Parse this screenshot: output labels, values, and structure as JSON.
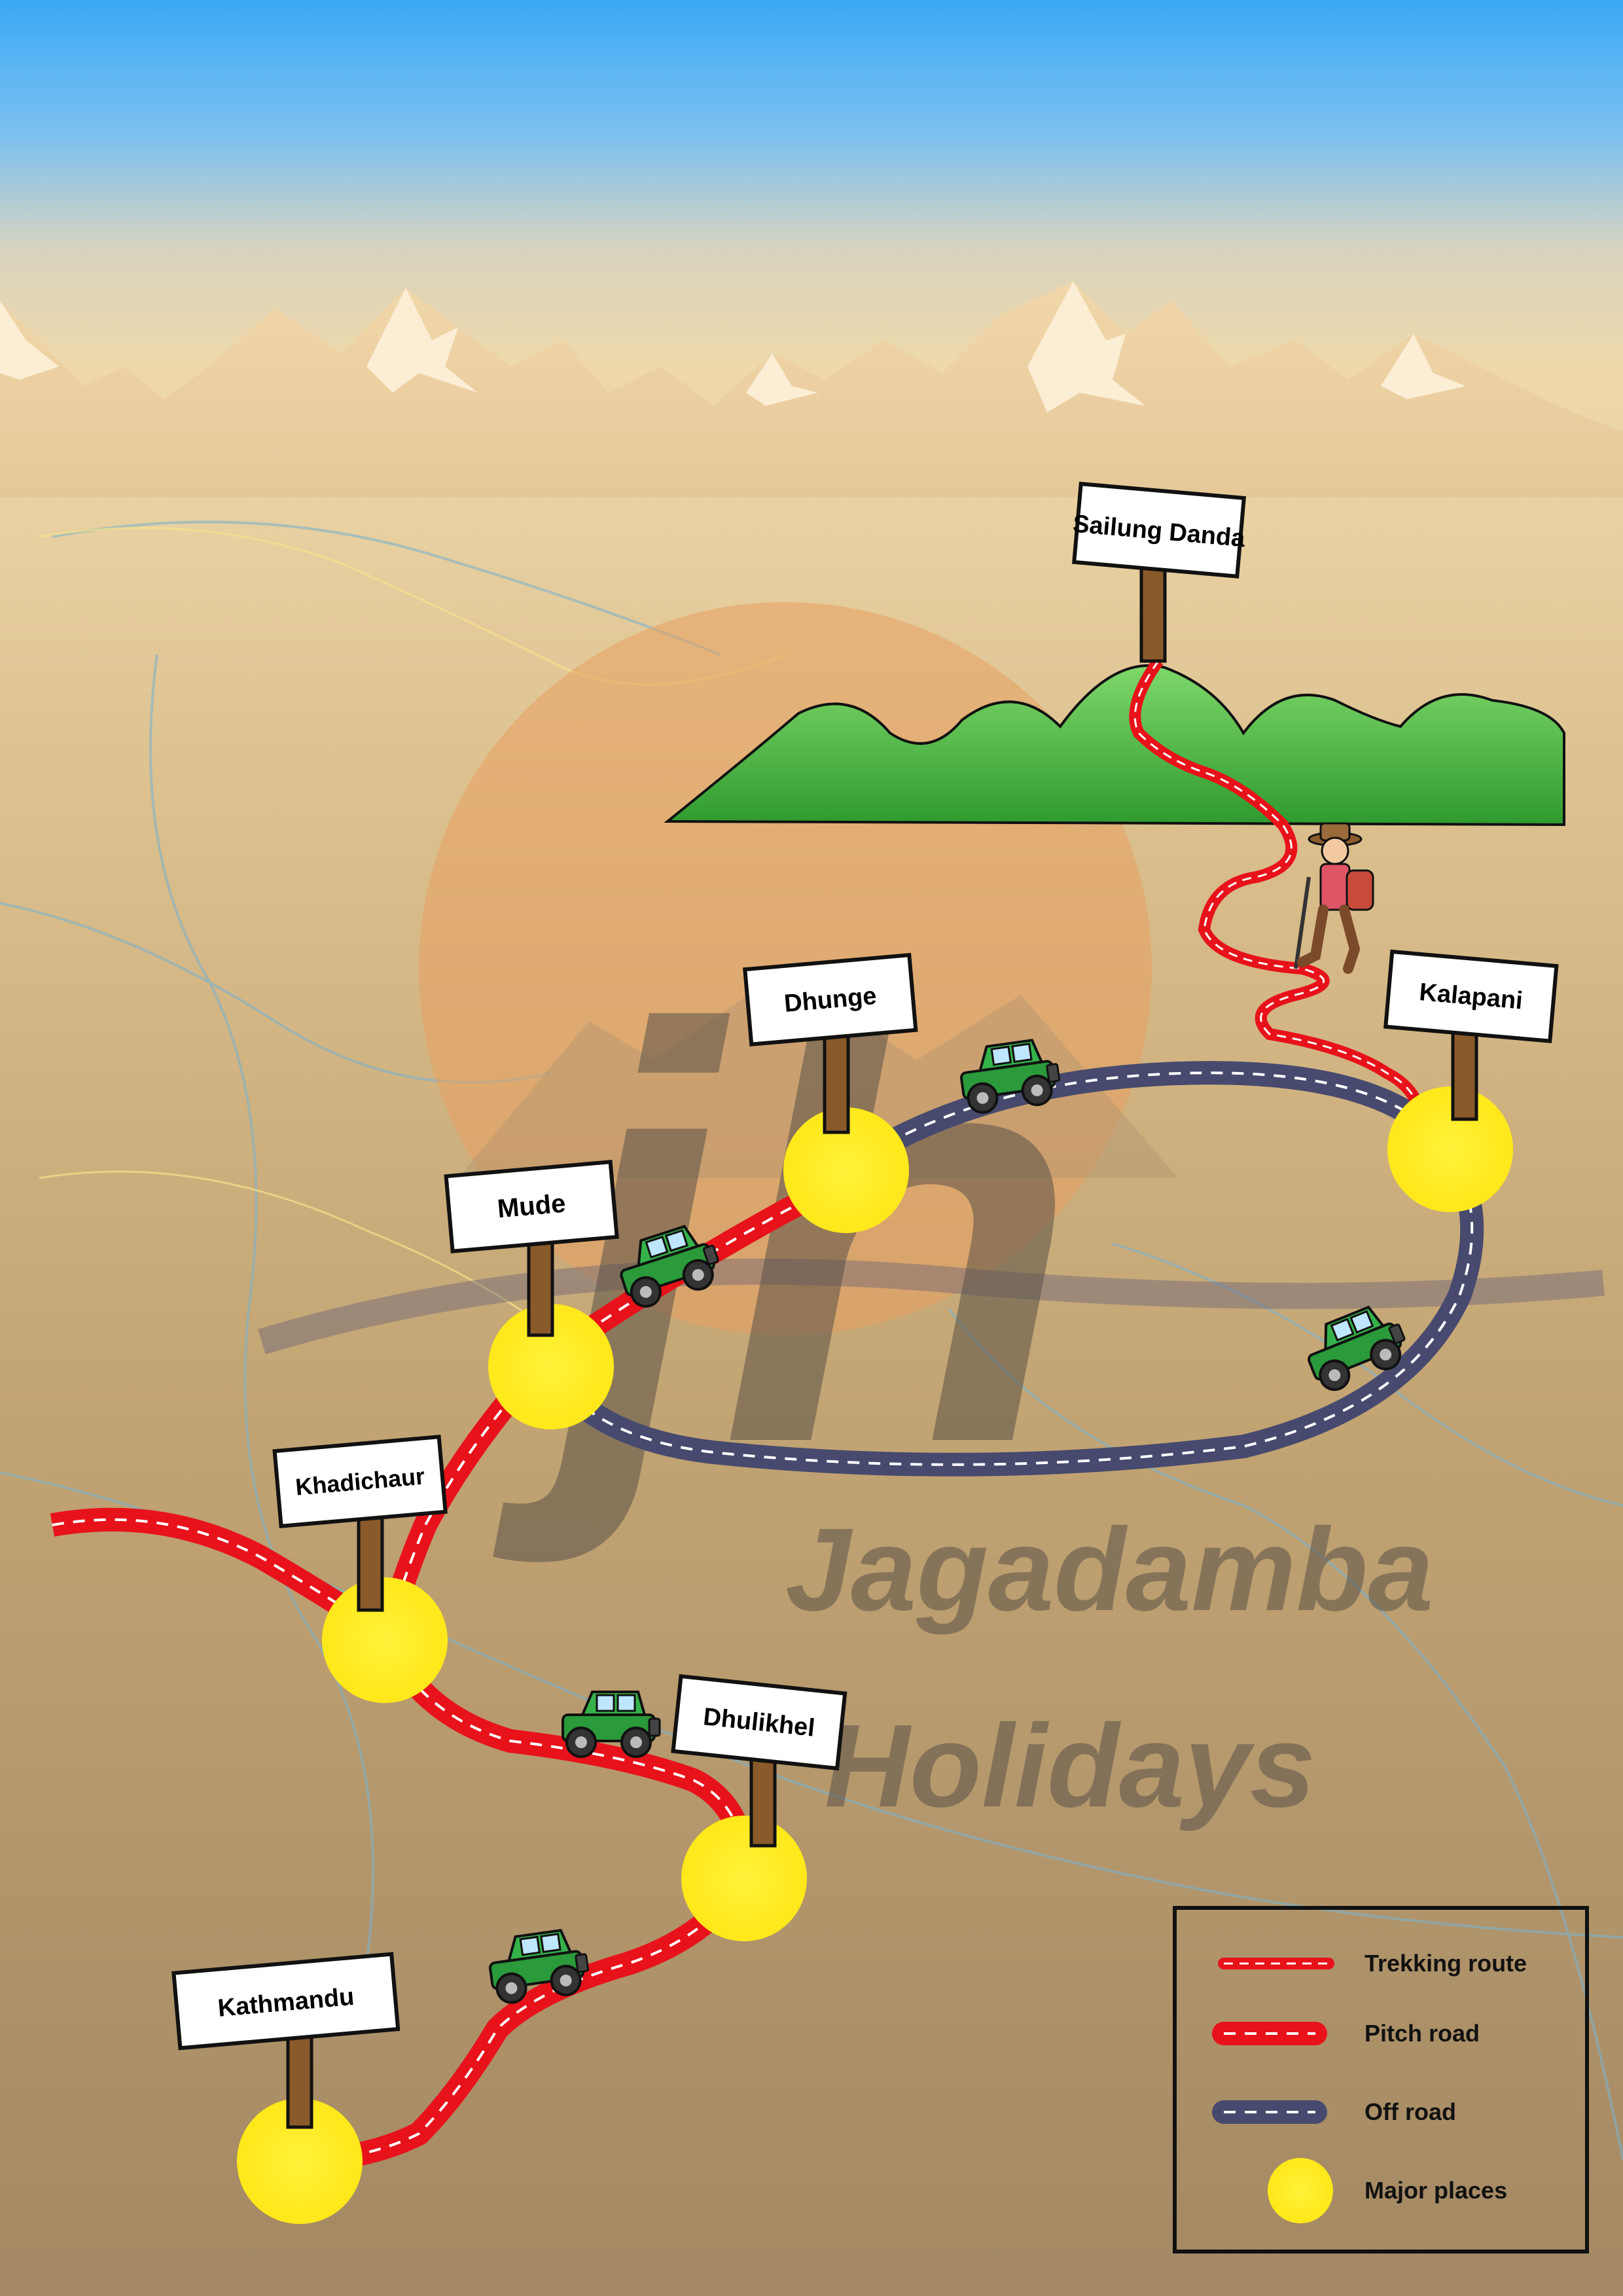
{
  "brand": {
    "line1": "Jagadamba",
    "line2": "Holidays",
    "monogram": "jh"
  },
  "places": {
    "sailung_danda": "Sailung Danda",
    "kalapani": "Kalapani",
    "dhunge": "Dhunge",
    "mude": "Mude",
    "khadichaur": "Khadichaur",
    "dhulikhel": "Dhulikhel",
    "kathmandu": "Kathmandu"
  },
  "legend": {
    "trekking_route": "Trekking route",
    "pitch_road": "Pitch road",
    "off_road": "Off road",
    "major_places": "Major places"
  },
  "colors": {
    "sky_top": "#3aa8f5",
    "terrain": "#b89a6c",
    "pitch_road": "#e8121a",
    "off_road": "#474a6e",
    "major_place": "#fff020",
    "hills": "#3fae3a",
    "jeep": "#2a9a3a"
  }
}
